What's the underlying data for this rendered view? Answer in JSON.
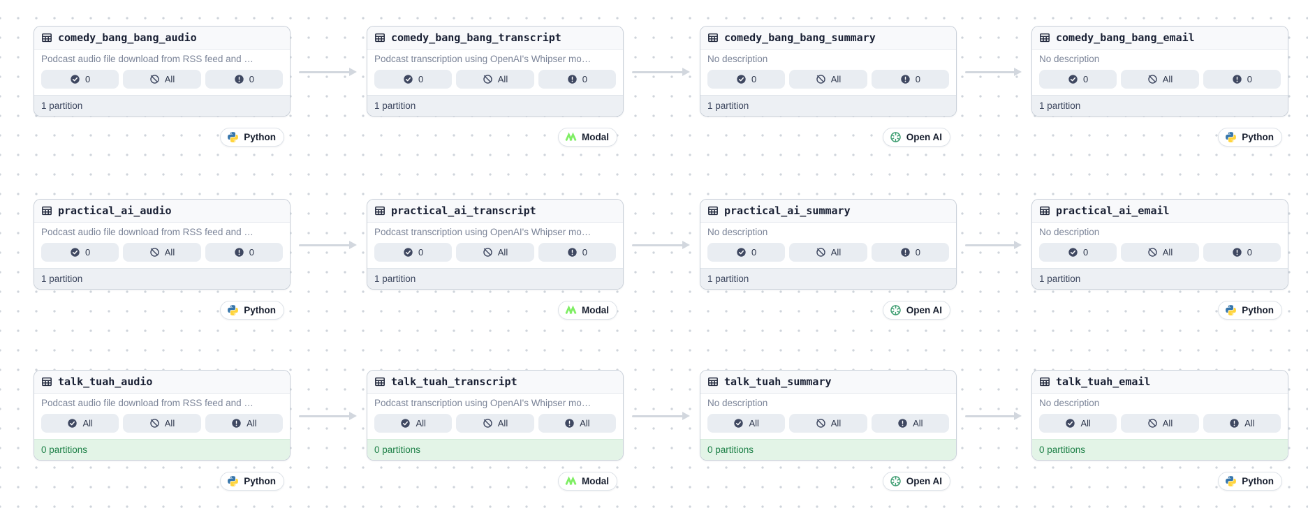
{
  "colors": {
    "node_border": "#c9d0d9",
    "header_bg": "#f8f9fb",
    "pill_bg": "#e9edf2",
    "footer_gray_bg": "#edf0f4",
    "footer_green_bg": "#e3f4e7",
    "footer_green_text": "#1d8047",
    "edge_gray": "#d2d7de",
    "python_blue": "#3776ab",
    "python_yellow": "#ffd43b",
    "modal_green": "#7fee64",
    "openai_green": "#3f9e72"
  },
  "icons": {
    "asset_header": "table-icon",
    "materialized": "check-circle-icon",
    "missing": "slash-circle-icon",
    "failed": "exclamation-circle-icon",
    "python": "python-icon",
    "modal": "modal-icon",
    "openai": "openai-icon"
  },
  "rows": [
    {
      "assets": [
        {
          "name": "comedy_bang_bang_audio",
          "description": "Podcast audio file download from RSS feed and …",
          "materialized": "0",
          "missing": "All",
          "failed": "0",
          "partitions": "1 partition",
          "partitions_empty": false,
          "tag": "Python",
          "tag_kind": "python"
        },
        {
          "name": "comedy_bang_bang_transcript",
          "description": "Podcast transcription using OpenAI's Whipser mo…",
          "materialized": "0",
          "missing": "All",
          "failed": "0",
          "partitions": "1 partition",
          "partitions_empty": false,
          "tag": "Modal",
          "tag_kind": "modal"
        },
        {
          "name": "comedy_bang_bang_summary",
          "description": "No description",
          "materialized": "0",
          "missing": "All",
          "failed": "0",
          "partitions": "1 partition",
          "partitions_empty": false,
          "tag": "Open AI",
          "tag_kind": "openai"
        },
        {
          "name": "comedy_bang_bang_email",
          "description": "No description",
          "materialized": "0",
          "missing": "All",
          "failed": "0",
          "partitions": "1 partition",
          "partitions_empty": false,
          "tag": "Python",
          "tag_kind": "python"
        }
      ]
    },
    {
      "assets": [
        {
          "name": "practical_ai_audio",
          "description": "Podcast audio file download from RSS feed and …",
          "materialized": "0",
          "missing": "All",
          "failed": "0",
          "partitions": "1 partition",
          "partitions_empty": false,
          "tag": "Python",
          "tag_kind": "python"
        },
        {
          "name": "practical_ai_transcript",
          "description": "Podcast transcription using OpenAI's Whipser mo…",
          "materialized": "0",
          "missing": "All",
          "failed": "0",
          "partitions": "1 partition",
          "partitions_empty": false,
          "tag": "Modal",
          "tag_kind": "modal"
        },
        {
          "name": "practical_ai_summary",
          "description": "No description",
          "materialized": "0",
          "missing": "All",
          "failed": "0",
          "partitions": "1 partition",
          "partitions_empty": false,
          "tag": "Open AI",
          "tag_kind": "openai"
        },
        {
          "name": "practical_ai_email",
          "description": "No description",
          "materialized": "0",
          "missing": "All",
          "failed": "0",
          "partitions": "1 partition",
          "partitions_empty": false,
          "tag": "Python",
          "tag_kind": "python"
        }
      ]
    },
    {
      "assets": [
        {
          "name": "talk_tuah_audio",
          "description": "Podcast audio file download from RSS feed and …",
          "materialized": "All",
          "missing": "All",
          "failed": "All",
          "partitions": "0 partitions",
          "partitions_empty": true,
          "tag": "Python",
          "tag_kind": "python"
        },
        {
          "name": "talk_tuah_transcript",
          "description": "Podcast transcription using OpenAI's Whipser mo…",
          "materialized": "All",
          "missing": "All",
          "failed": "All",
          "partitions": "0 partitions",
          "partitions_empty": true,
          "tag": "Modal",
          "tag_kind": "modal"
        },
        {
          "name": "talk_tuah_summary",
          "description": "No description",
          "materialized": "All",
          "missing": "All",
          "failed": "All",
          "partitions": "0 partitions",
          "partitions_empty": true,
          "tag": "Open AI",
          "tag_kind": "openai"
        },
        {
          "name": "talk_tuah_email",
          "description": "No description",
          "materialized": "All",
          "missing": "All",
          "failed": "All",
          "partitions": "0 partitions",
          "partitions_empty": true,
          "tag": "Python",
          "tag_kind": "python"
        }
      ]
    }
  ],
  "edges": [
    {
      "from": "comedy_bang_bang_audio",
      "to": "comedy_bang_bang_transcript"
    },
    {
      "from": "comedy_bang_bang_transcript",
      "to": "comedy_bang_bang_summary"
    },
    {
      "from": "comedy_bang_bang_summary",
      "to": "comedy_bang_bang_email"
    },
    {
      "from": "practical_ai_audio",
      "to": "practical_ai_transcript"
    },
    {
      "from": "practical_ai_transcript",
      "to": "practical_ai_summary"
    },
    {
      "from": "practical_ai_summary",
      "to": "practical_ai_email"
    },
    {
      "from": "talk_tuah_audio",
      "to": "talk_tuah_transcript"
    },
    {
      "from": "talk_tuah_transcript",
      "to": "talk_tuah_summary"
    },
    {
      "from": "talk_tuah_summary",
      "to": "talk_tuah_email"
    }
  ]
}
